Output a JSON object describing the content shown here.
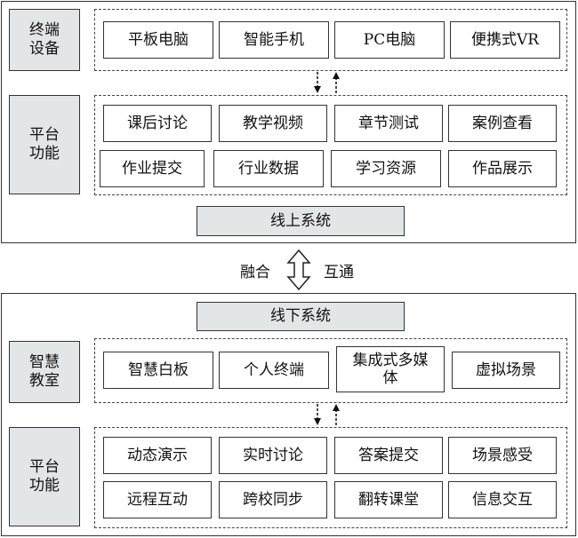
{
  "online": {
    "devices_label": "终端设备",
    "devices": [
      "平板电脑",
      "智能手机",
      "PC电脑",
      "便携式VR"
    ],
    "functions_label": "平台功能",
    "functions_row1": [
      "课后讨论",
      "教学视频",
      "章节测试",
      "案例查看"
    ],
    "functions_row2": [
      "作业提交",
      "行业数据",
      "学习资源",
      "作品展示"
    ],
    "system_title": "线上系统"
  },
  "link": {
    "left": "融合",
    "right": "互通"
  },
  "offline": {
    "system_title": "线下系统",
    "classroom_label": "智慧教室",
    "classroom": [
      "智慧白板",
      "个人终端",
      "集成式多媒体",
      "虚拟场景"
    ],
    "functions_label": "平台功能",
    "functions_row1": [
      "动态演示",
      "实时讨论",
      "答案提交",
      "场景感受"
    ],
    "functions_row2": [
      "远程互动",
      "跨校同步",
      "翻转课堂",
      "信息交互"
    ]
  }
}
